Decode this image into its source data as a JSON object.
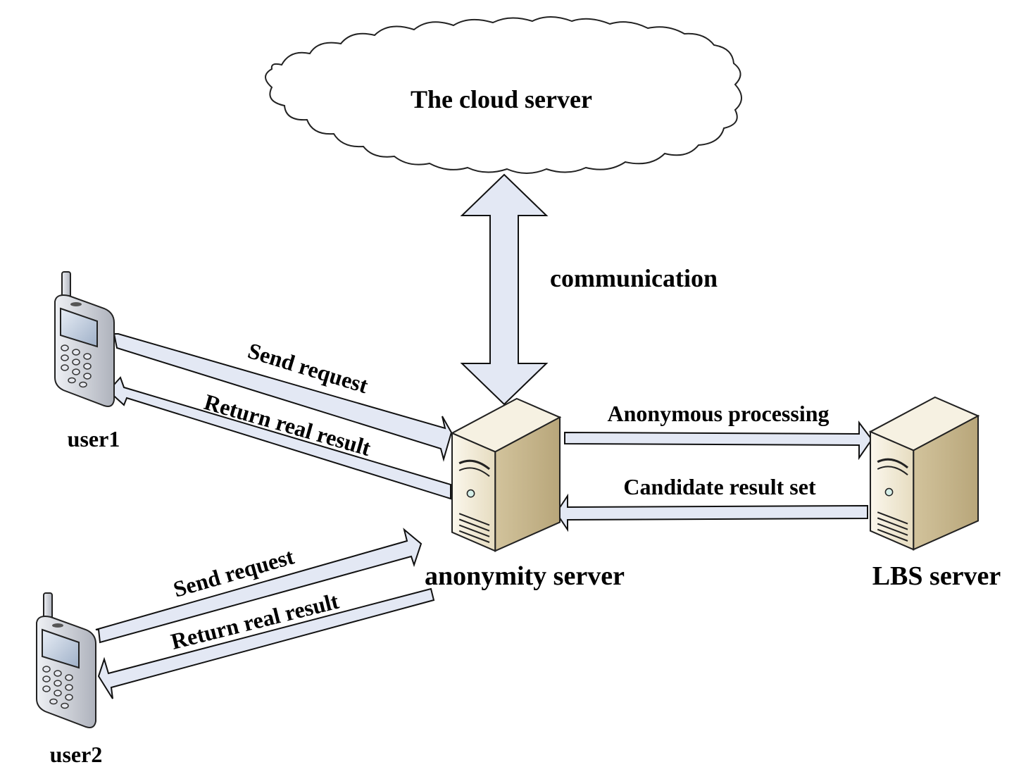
{
  "cloud": {
    "label": "The cloud server"
  },
  "links": {
    "communication": "communication",
    "user1_send": "Send request",
    "user1_return": "Return real result",
    "user2_send": "Send request",
    "user2_return": "Return real result",
    "anonymous_processing": "Anonymous processing",
    "candidate_result_set": "Candidate result set"
  },
  "nodes": {
    "user1": "user1",
    "user2": "user2",
    "anonymity_server": "anonymity server",
    "lbs_server": "LBS server"
  },
  "colors": {
    "arrow_fill": "#e3e8f4",
    "server_front": "#efe8d4",
    "server_side": "#d8caa6",
    "phone_body": "#c8cbd4",
    "phone_screen": "#b7c4d6"
  }
}
